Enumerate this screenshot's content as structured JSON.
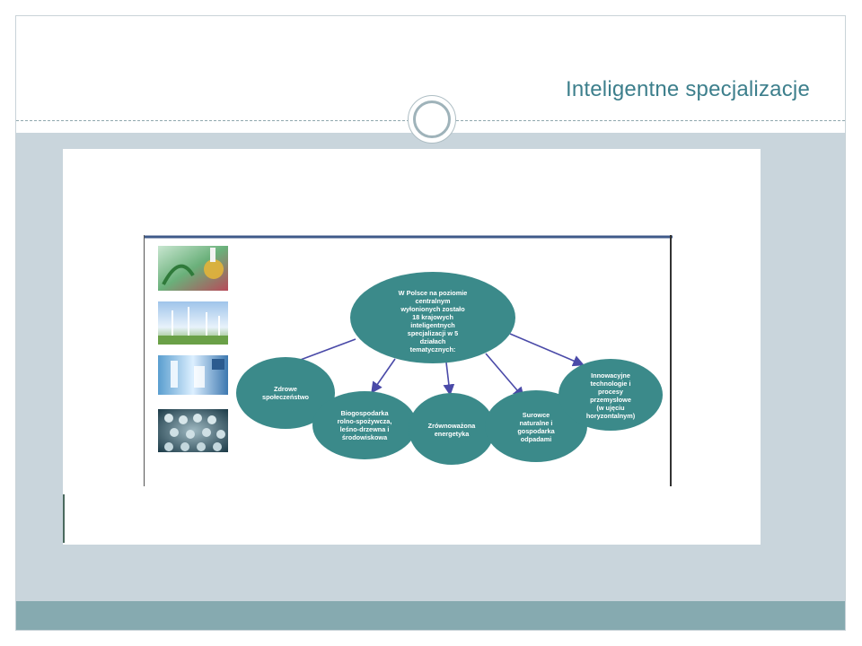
{
  "slide": {
    "title": "Inteligentne specjalizacje"
  },
  "diagram": {
    "center": {
      "text": "W Polsce na poziomie\ncentralnym\nwyłonionych zostało\n18 krajowych\ninteligentnych\nspecjalizacji w 5\ndziałach\ntematycznych:"
    },
    "nodes": [
      {
        "text": "Zdrowe\nspołeczeństwo"
      },
      {
        "text": "Biogospodarka\nrolno-spożywcza,\nleśno-drzewna i\nśrodowiskowa"
      },
      {
        "text": "Zrównoważona\nenergetyka"
      },
      {
        "text": "Surowce\nnaturalne i\ngospodarka\nodpadami"
      },
      {
        "text": "Innowacyjne\ntechnologie i\nprocesy\nprzemysłowe\n(w ujęciu\nhoryzontalnym)"
      }
    ],
    "images": [
      {
        "name": "laboratory-plants-image"
      },
      {
        "name": "wind-turbines-image"
      },
      {
        "name": "medical-lab-image"
      },
      {
        "name": "industrial-bolts-image"
      }
    ]
  },
  "colors": {
    "node_fill": "#3b8a8a",
    "arrow": "#4a4aa8",
    "title": "#3d7f8c",
    "band": "#c9d5dc",
    "footer": "#86aab0"
  }
}
